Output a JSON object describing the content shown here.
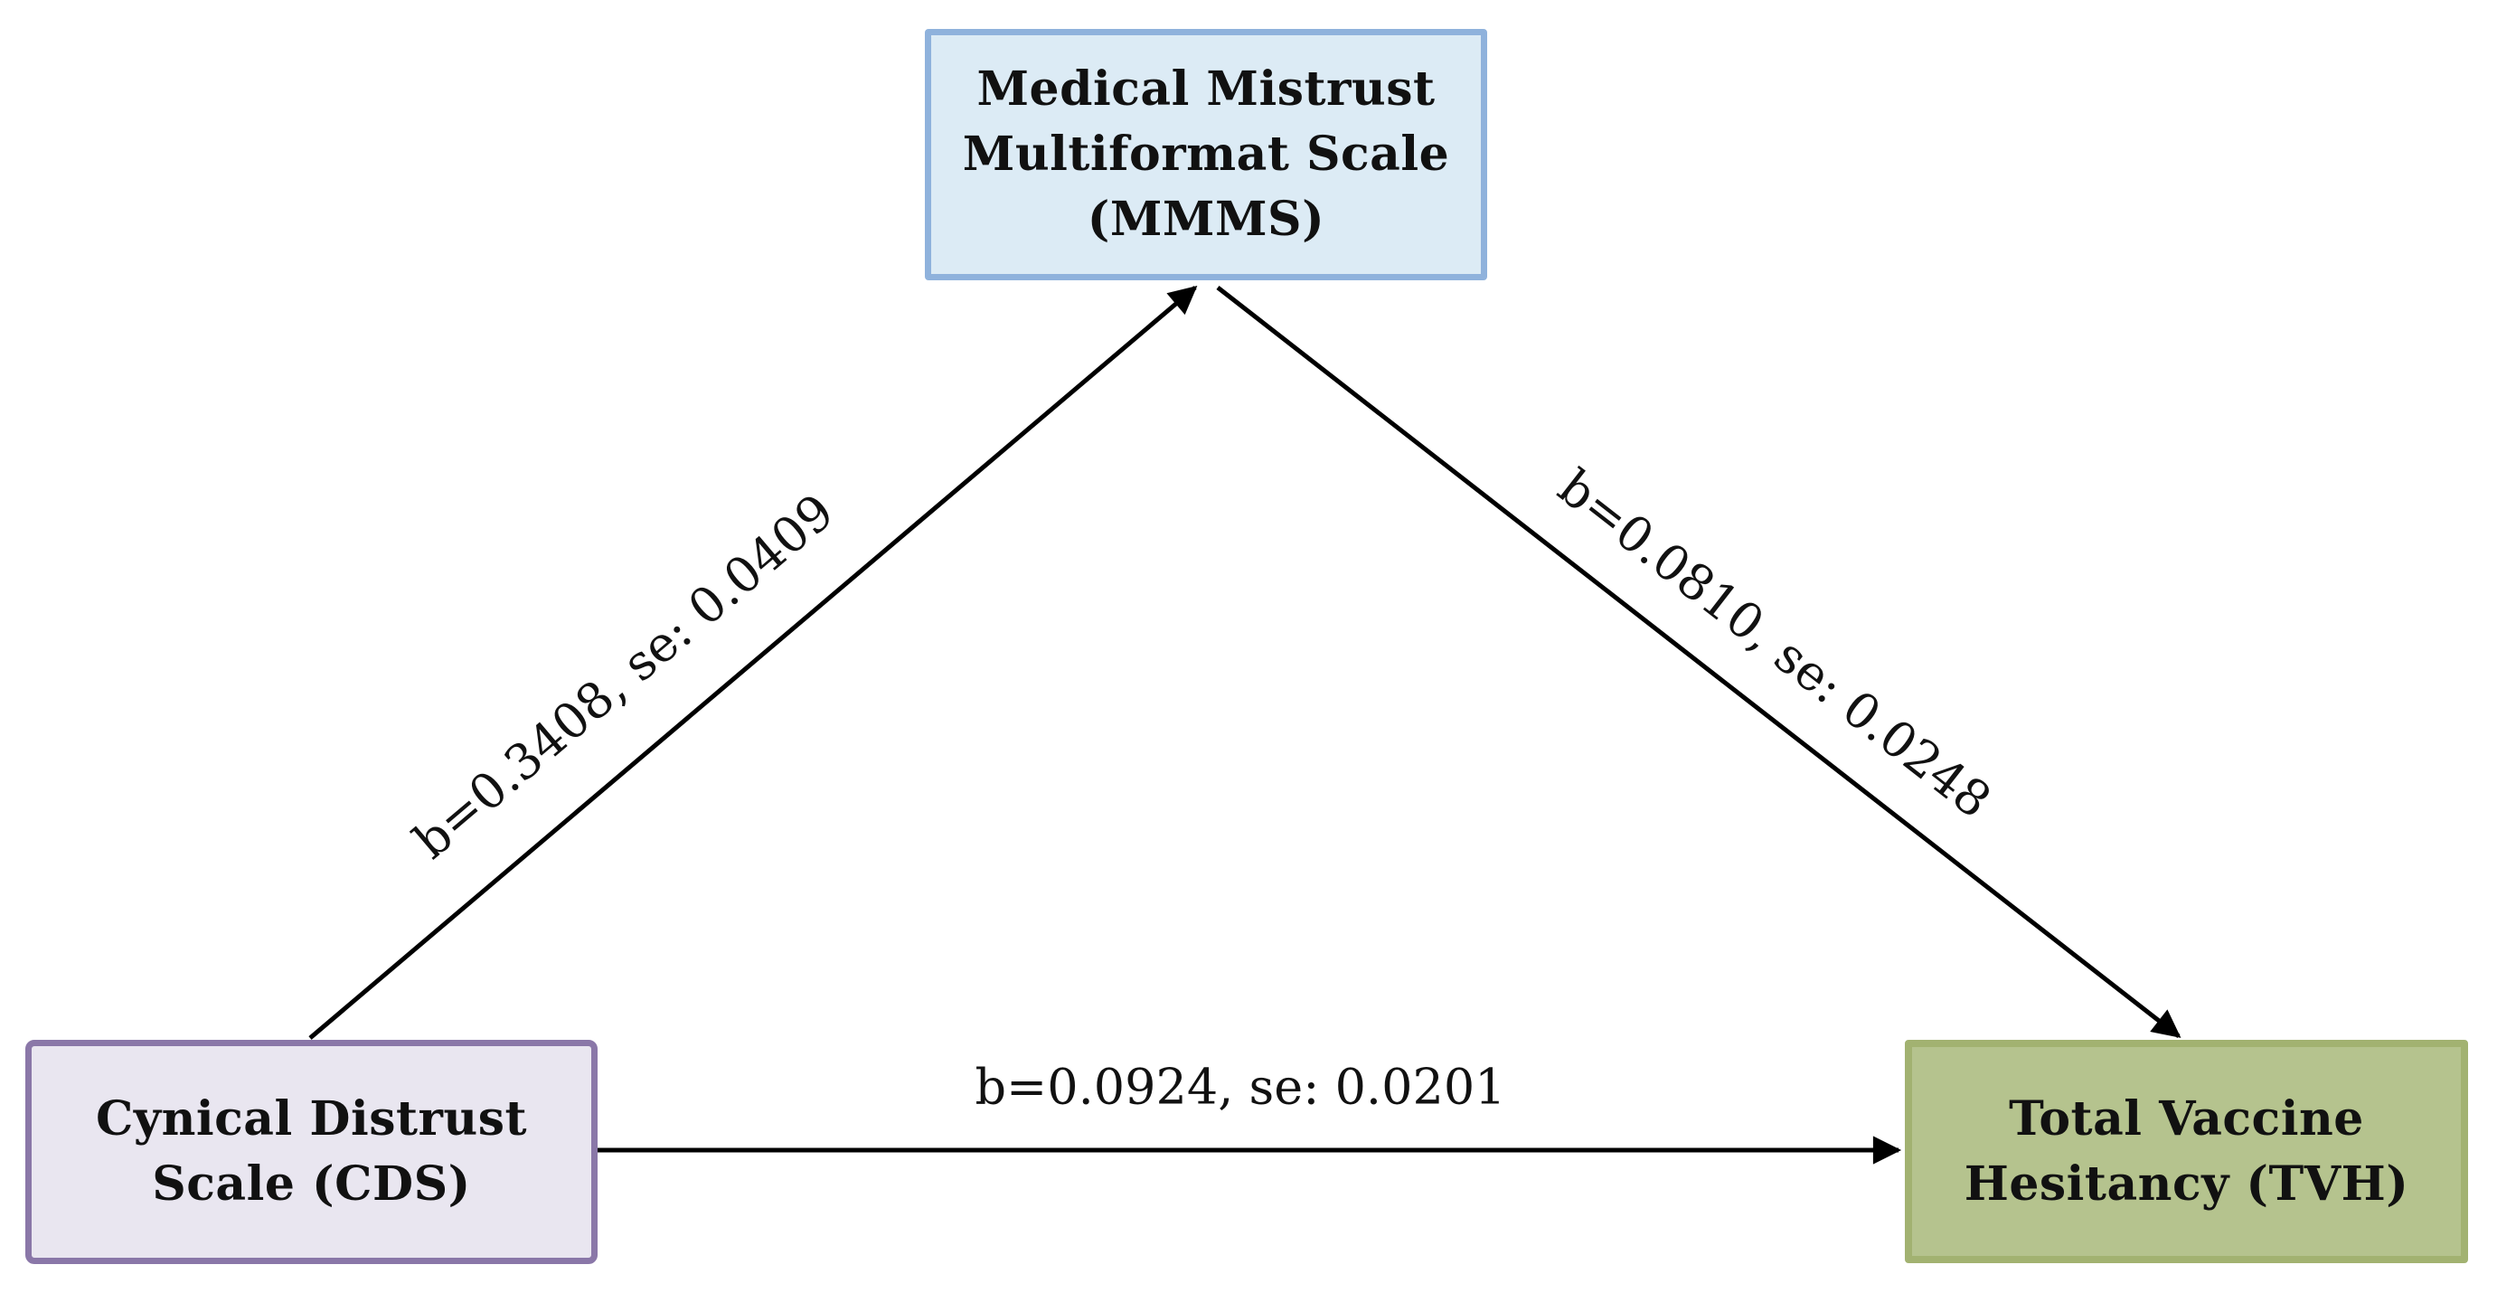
{
  "diagram": {
    "nodes": [
      {
        "id": "mmms",
        "label": "Medical Mistrust\nMultiformat Scale\n(MMMS)",
        "fill": "#dcebf5",
        "border": "#8fb2dc"
      },
      {
        "id": "cds",
        "label": "Cynical Distrust\nScale (CDS)",
        "fill": "#e9e6f0",
        "border": "#8a77a8"
      },
      {
        "id": "tvh",
        "label": "Total Vaccine\nHesitancy (TVH)",
        "fill": "#b5c38e",
        "border": "#a2b271"
      }
    ],
    "edges": [
      {
        "id": "cds-to-mmms",
        "from": "cds",
        "to": "mmms",
        "label": "b=0.3408, se: 0.0409"
      },
      {
        "id": "mmms-to-tvh",
        "from": "mmms",
        "to": "tvh",
        "label": "b=0.0810, se: 0.0248"
      },
      {
        "id": "cds-to-tvh",
        "from": "cds",
        "to": "tvh",
        "label": "b=0.0924, se: 0.0201"
      }
    ],
    "arrow_color": "#000000",
    "text_color": "#111111"
  }
}
